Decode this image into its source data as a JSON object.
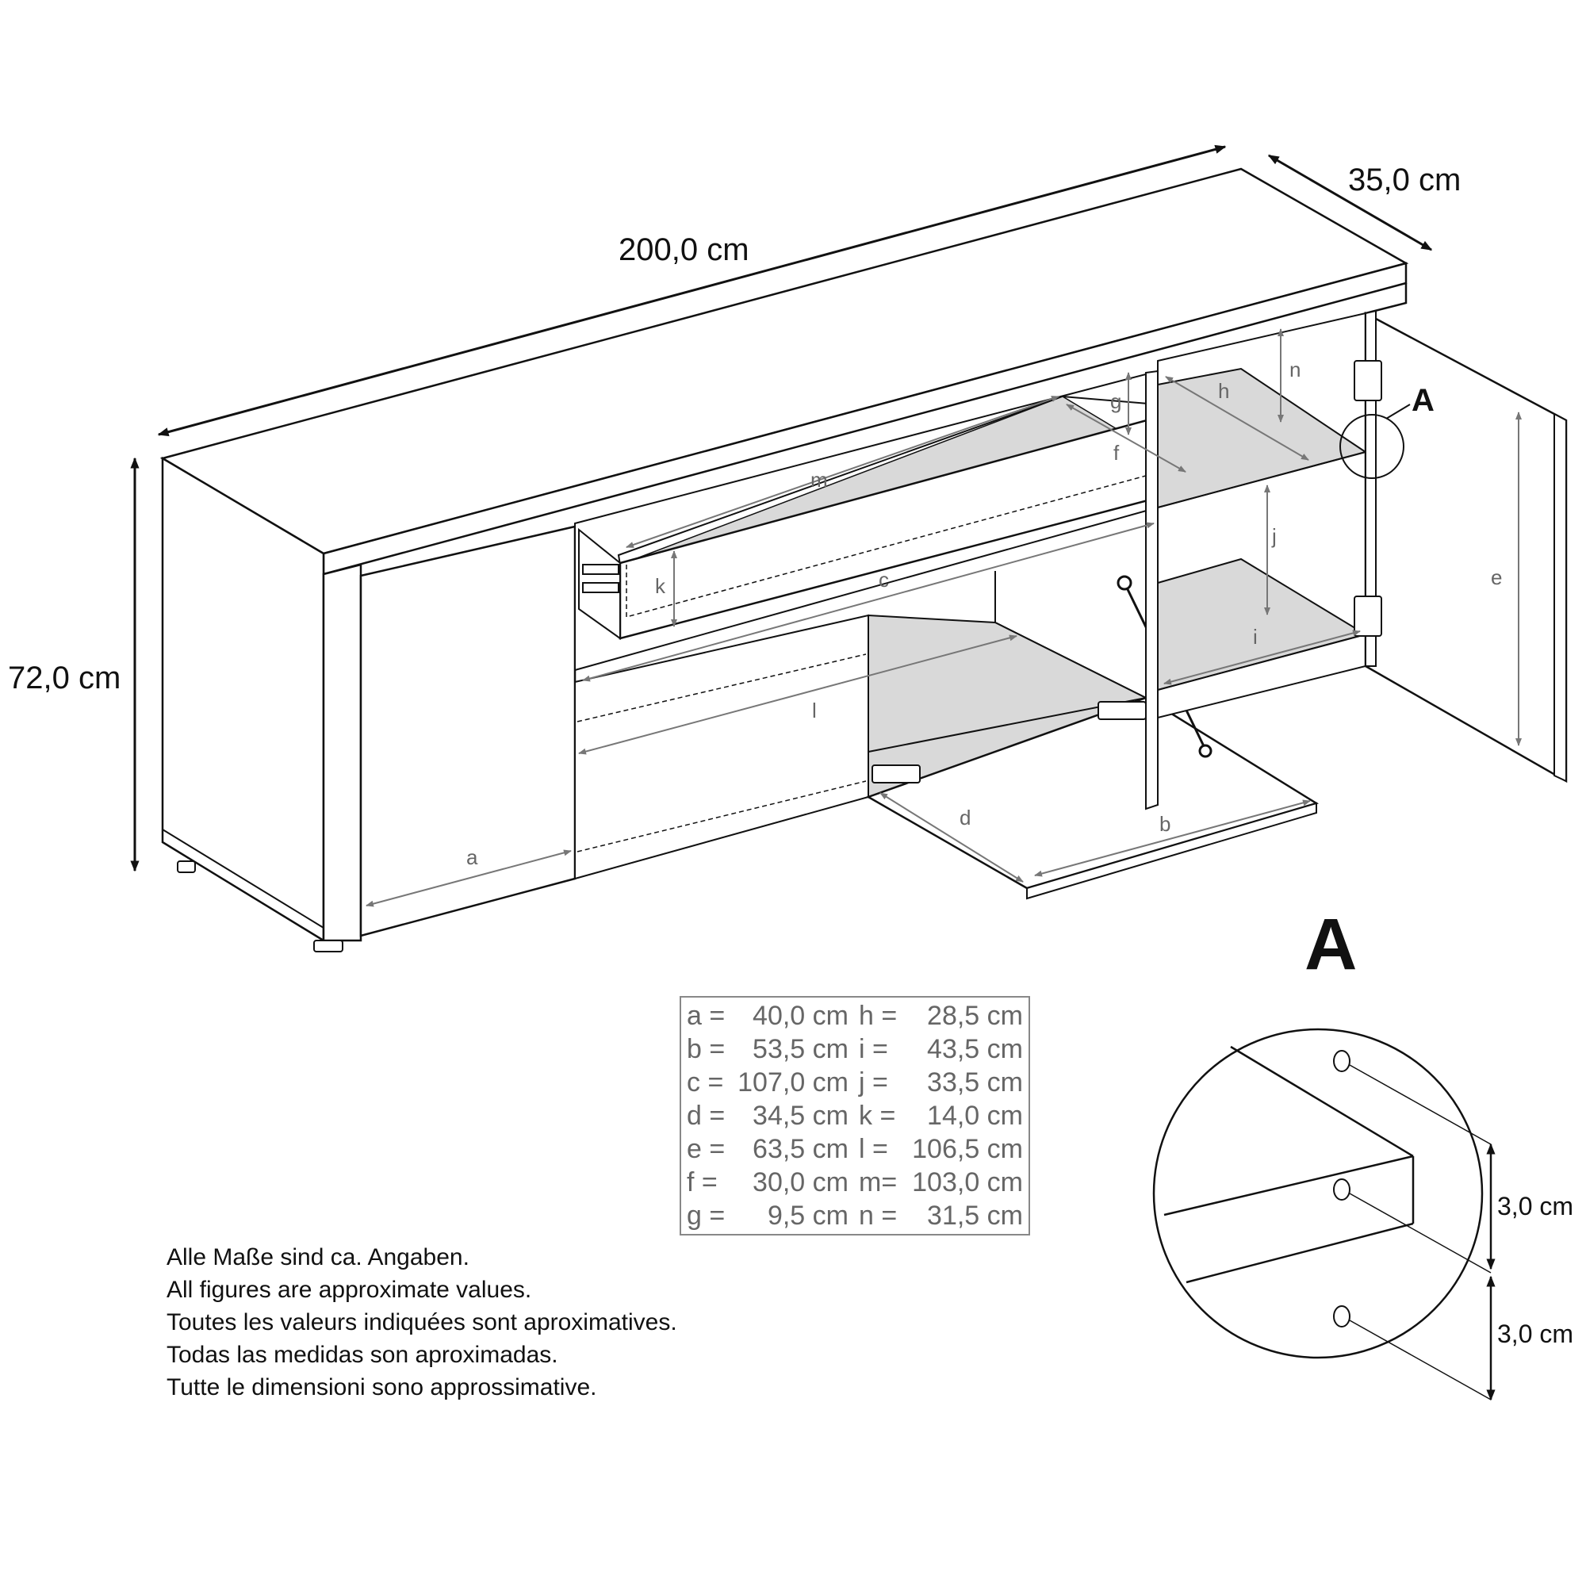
{
  "overall": {
    "width": "200,0 cm",
    "depth": "35,0 cm",
    "height": "72,0 cm"
  },
  "letters": [
    "a",
    "b",
    "c",
    "d",
    "e",
    "f",
    "g",
    "h",
    "i",
    "j",
    "k",
    "l",
    "m",
    "n"
  ],
  "callout": "A",
  "legend": {
    "left": [
      {
        "key": "a =",
        "value": "40,0 cm"
      },
      {
        "key": "b =",
        "value": "53,5 cm"
      },
      {
        "key": "c =",
        "value": "107,0 cm"
      },
      {
        "key": "d =",
        "value": "34,5 cm"
      },
      {
        "key": "e =",
        "value": "63,5 cm"
      },
      {
        "key": "f  =",
        "value": "30,0 cm"
      },
      {
        "key": "g =",
        "value": "9,5 cm"
      }
    ],
    "right": [
      {
        "key": "h =",
        "value": "28,5 cm"
      },
      {
        "key": "i  =",
        "value": "43,5 cm"
      },
      {
        "key": "j  =",
        "value": "33,5 cm"
      },
      {
        "key": "k =",
        "value": "14,0 cm"
      },
      {
        "key": "l  =",
        "value": "106,5 cm"
      },
      {
        "key": "m=",
        "value": "103,0 cm"
      },
      {
        "key": "n =",
        "value": "31,5 cm"
      }
    ]
  },
  "notes": [
    "Alle Maße sind ca. Angaben.",
    "All figures are approximate values.",
    "Toutes les valeurs indiquées sont aproximatives.",
    "Todas las medidas son aproximadas.",
    "Tutte le dimensioni sono approssimative."
  ],
  "detail": {
    "title": "A",
    "dim_upper": "3,0 cm",
    "dim_lower": "3,0 cm"
  }
}
